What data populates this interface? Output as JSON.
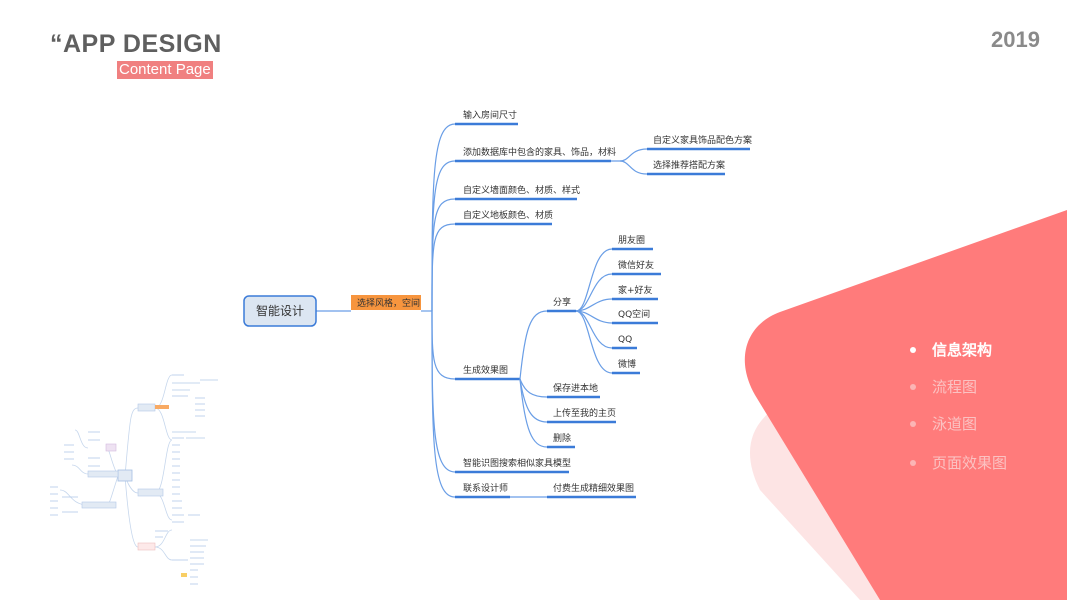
{
  "header": {
    "title": "“APP DESIGN",
    "subtitle": "Content Page",
    "year": "2019"
  },
  "mindmap": {
    "root": "智能设计",
    "branch": "选择风格，空间",
    "level1": [
      "输入房间尺寸",
      "添加数据库中包含的家具、饰品，材料",
      "自定义墙面颜色、材质、样式",
      "自定义地板颜色、材质",
      "生成效果图",
      "智能识图搜索相似家具模型",
      "联系设计师"
    ],
    "database_children": [
      "自定义家具饰品配色方案",
      "选择推荐搭配方案"
    ],
    "render_children": [
      "分享",
      "保存进本地",
      "上传至我的主页",
      "删除"
    ],
    "share_children": [
      "朋友圈",
      "微信好友",
      "家+好友",
      "QQ空间",
      "QQ",
      "微博"
    ],
    "designer_children": [
      "付费生成精细效果图"
    ]
  },
  "menu": {
    "items": [
      {
        "label": "信息架构",
        "active": true
      },
      {
        "label": "流程图",
        "active": false
      },
      {
        "label": "泳道图",
        "active": false
      },
      {
        "label": "页面效果图",
        "active": false
      }
    ]
  },
  "colors": {
    "accent": "#ff7b7b",
    "accent_light": "#fde4e4",
    "orange": "#f7953e",
    "root_fill": "#dce6f2",
    "line": "#3b7bd8"
  }
}
